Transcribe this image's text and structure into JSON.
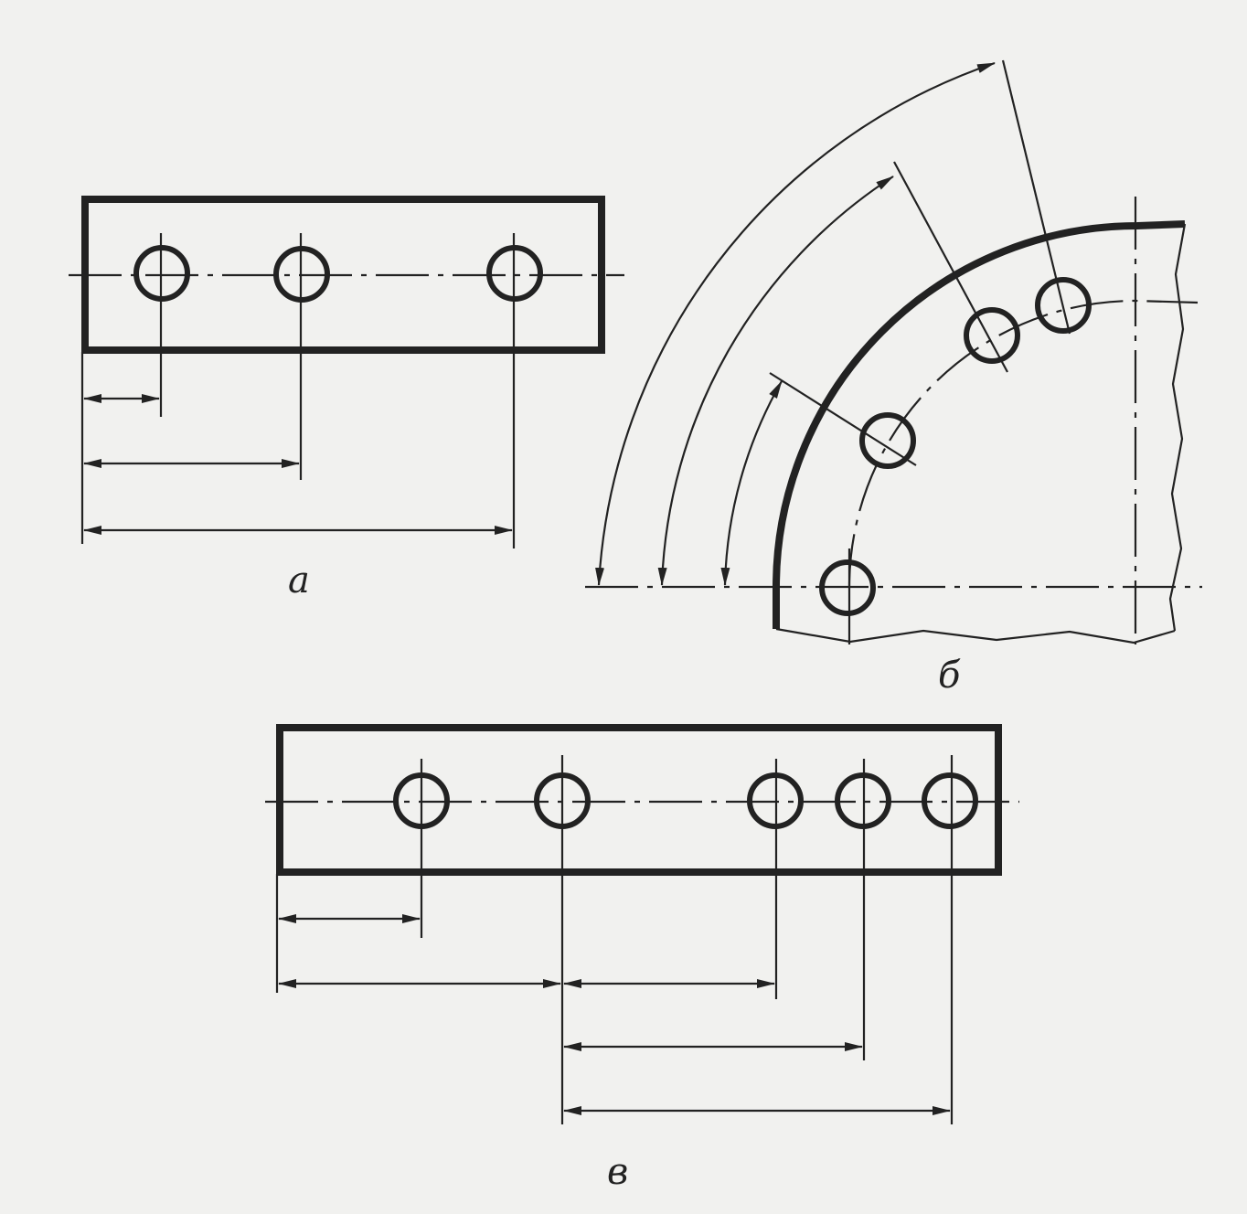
{
  "captions": {
    "a": "а",
    "b": "б",
    "v": "в"
  },
  "colors": {
    "ink": "#222222",
    "paper": "#f1f1ef"
  }
}
